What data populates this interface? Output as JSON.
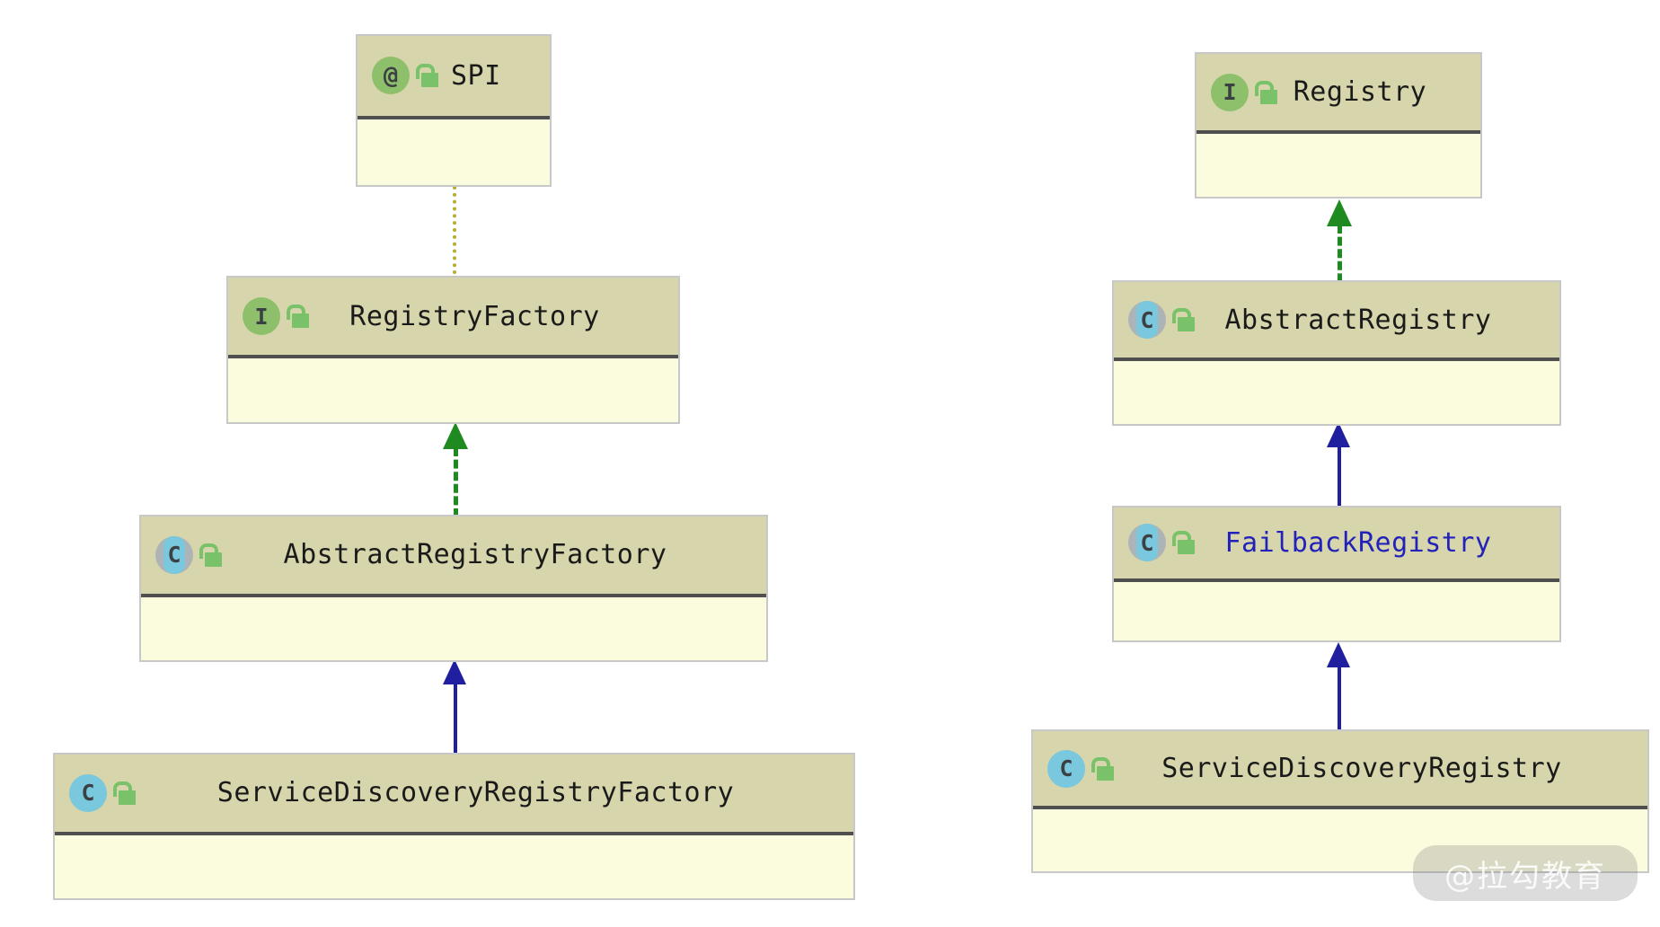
{
  "diagram": {
    "title": "Dubbo Registry class hierarchy",
    "background": "#ffffff",
    "colors": {
      "header_fill": "#d6d5ab",
      "body_fill": "#fbfbdd",
      "box_border": "#c8c8c8",
      "header_divider": "#4f4f4f",
      "interface_badge": "#8ec06c",
      "class_badge": "#79c8dd",
      "abstract_ring": "#adb4b8",
      "lock_green": "#79c26a",
      "implements_arrow": "#1f8a1f",
      "extends_arrow": "#201fa0",
      "spi_link": "#b8ae2e",
      "link_text": "#2222bb",
      "default_text": "#1a1a1a"
    }
  },
  "nodes": [
    {
      "id": "spi",
      "name": "SPI",
      "stereotype": "annotation",
      "badge_glyph": "@",
      "visibility": "public",
      "visibility_icon": "open-padlock-icon",
      "text_color": "default"
    },
    {
      "id": "registry-factory",
      "name": "RegistryFactory",
      "stereotype": "interface",
      "badge_glyph": "I",
      "visibility": "public",
      "visibility_icon": "open-padlock-icon",
      "text_color": "default"
    },
    {
      "id": "abstract-registry-factory",
      "name": "AbstractRegistryFactory",
      "stereotype": "abstract-class",
      "badge_glyph": "C",
      "visibility": "public",
      "visibility_icon": "open-padlock-icon",
      "text_color": "default"
    },
    {
      "id": "service-discovery-registry-factory",
      "name": "ServiceDiscoveryRegistryFactory",
      "stereotype": "class",
      "badge_glyph": "C",
      "visibility": "public",
      "visibility_icon": "open-padlock-icon",
      "text_color": "default"
    },
    {
      "id": "registry",
      "name": "Registry",
      "stereotype": "interface",
      "badge_glyph": "I",
      "visibility": "public",
      "visibility_icon": "open-padlock-icon",
      "text_color": "default"
    },
    {
      "id": "abstract-registry",
      "name": "AbstractRegistry",
      "stereotype": "abstract-class",
      "badge_glyph": "C",
      "visibility": "public",
      "visibility_icon": "open-padlock-icon",
      "text_color": "default"
    },
    {
      "id": "failback-registry",
      "name": "FailbackRegistry",
      "stereotype": "abstract-class",
      "badge_glyph": "C",
      "visibility": "public",
      "visibility_icon": "open-padlock-icon",
      "text_color": "link"
    },
    {
      "id": "service-discovery-registry",
      "name": "ServiceDiscoveryRegistry",
      "stereotype": "class",
      "badge_glyph": "C",
      "visibility": "public",
      "visibility_icon": "open-padlock-icon",
      "text_color": "default"
    }
  ],
  "edges": [
    {
      "id": "spi-to-registry-factory",
      "from": "registry-factory",
      "to": "spi",
      "kind": "annotation-link",
      "style": "dotted",
      "arrowhead": "none",
      "color": "#b8ae2e"
    },
    {
      "id": "arf-implements-rf",
      "from": "abstract-registry-factory",
      "to": "registry-factory",
      "kind": "implements",
      "style": "dashed",
      "arrowhead": "triangle",
      "color": "#1f8a1f"
    },
    {
      "id": "sdrf-extends-arf",
      "from": "service-discovery-registry-factory",
      "to": "abstract-registry-factory",
      "kind": "extends",
      "style": "solid",
      "arrowhead": "triangle",
      "color": "#201fa0"
    },
    {
      "id": "ar-implements-registry",
      "from": "abstract-registry",
      "to": "registry",
      "kind": "implements",
      "style": "dashed",
      "arrowhead": "triangle",
      "color": "#1f8a1f"
    },
    {
      "id": "fr-extends-ar",
      "from": "failback-registry",
      "to": "abstract-registry",
      "kind": "extends",
      "style": "solid",
      "arrowhead": "triangle",
      "color": "#201fa0"
    },
    {
      "id": "sdr-extends-fr",
      "from": "service-discovery-registry",
      "to": "failback-registry",
      "kind": "extends",
      "style": "solid",
      "arrowhead": "triangle",
      "color": "#201fa0"
    }
  ],
  "watermark": {
    "text": "@拉勾教育"
  }
}
